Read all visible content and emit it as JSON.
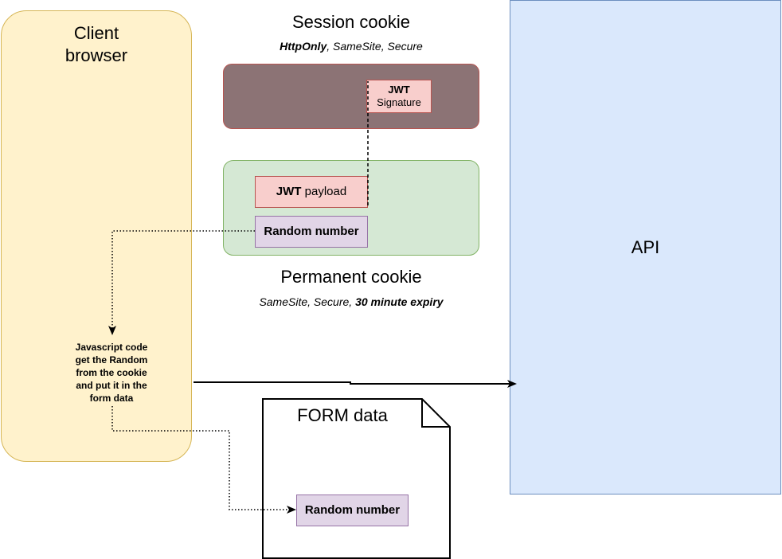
{
  "client": {
    "title_line1": "Client",
    "title_line2": "browser",
    "js_lines": [
      "Javascript code",
      "get the Random",
      "from the cookie",
      "and put it in the",
      "form data"
    ]
  },
  "session_cookie": {
    "title": "Session cookie",
    "attr_bold": "HttpOnly",
    "attr_rest": ", SameSite, Secure",
    "jwt_label": "JWT",
    "signature_label": "Signature"
  },
  "permanent_cookie": {
    "title": "Permanent cookie",
    "attr_rest": "SameSite, Secure, ",
    "attr_bold": "30 minute expiry",
    "jwt_label": "JWT",
    "payload_label": " payload",
    "random_label": "Random number"
  },
  "form": {
    "title": "FORM data",
    "random_label": "Random number"
  },
  "api": {
    "label": "API"
  },
  "colors": {
    "client_fill": "#fff2cc",
    "client_stroke": "#d6b656",
    "api_fill": "#dae8fc",
    "api_stroke": "#6c8ebf",
    "session_fill": "#8c7375",
    "red_stroke": "#b85450",
    "red_fill": "#f8cecc",
    "green_fill": "#d5e8d4",
    "green_stroke": "#82b366",
    "purple_fill": "#e1d5e7",
    "purple_stroke": "#9673a6"
  }
}
